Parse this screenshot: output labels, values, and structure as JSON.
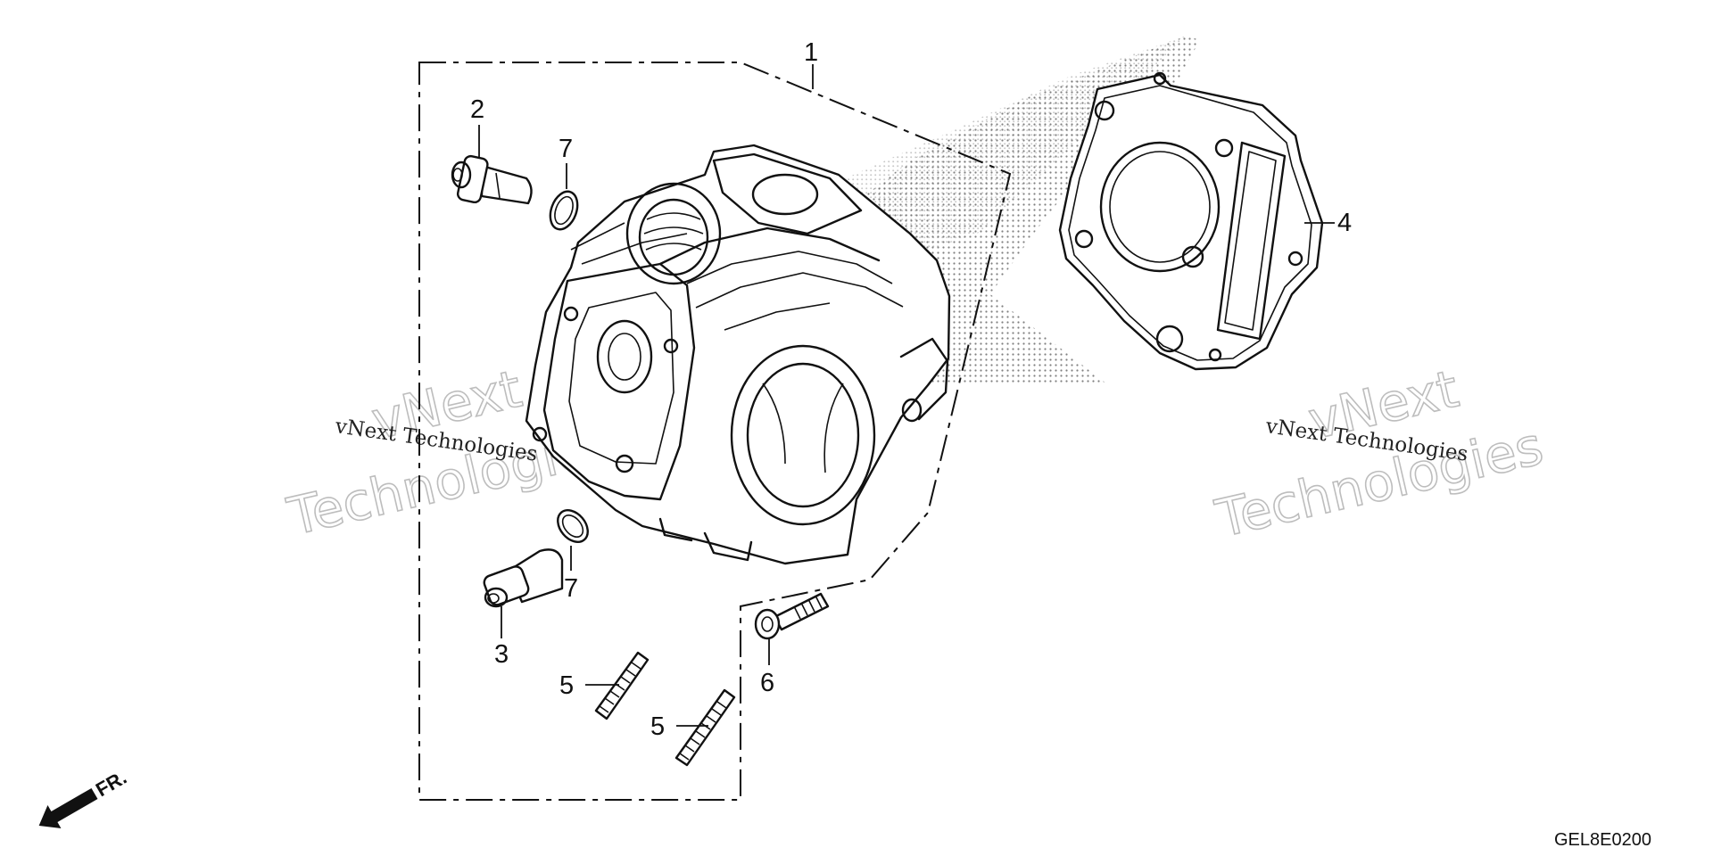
{
  "diagram": {
    "reference_code": "GEL8E0200",
    "direction_label": "FR.",
    "callouts": [
      "1",
      "2",
      "3",
      "4",
      "5",
      "5",
      "6",
      "7",
      "7"
    ],
    "watermarks": {
      "left": {
        "small": "vNext Technologies",
        "big_line1": "vNext",
        "big_line2": "Technologies"
      },
      "right": {
        "small": "vNext Technologies",
        "big_line1": "vNext",
        "big_line2": "Technologies"
      }
    }
  }
}
